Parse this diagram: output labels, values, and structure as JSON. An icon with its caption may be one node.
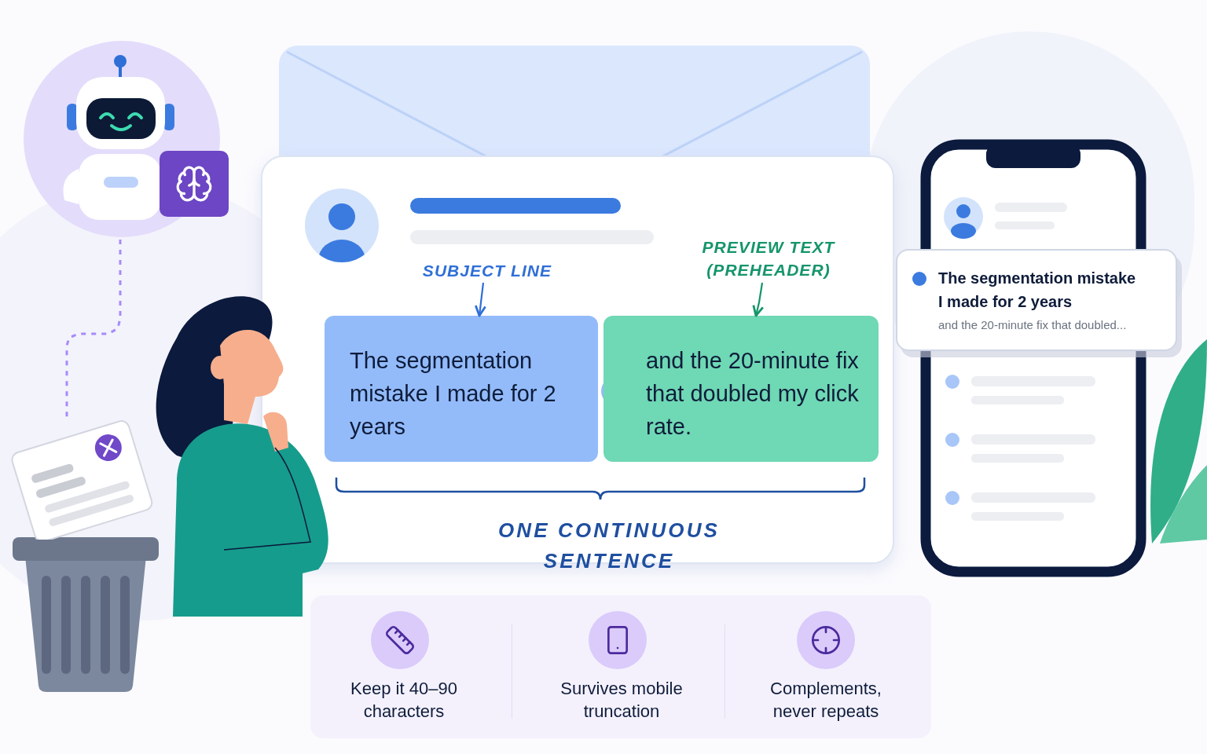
{
  "diagram": {
    "nodes": [
      {
        "text": [],
        "shape": "picture"
      },
      {
        "text": [],
        "shape": "picture"
      },
      {
        "text": [
          "SUBJECT LINE"
        ]
      },
      {
        "text": [
          "The segmentation mistake I made for 2 years"
        ]
      },
      {
        "text": [
          "PREVIEW TEXT (PREHEADER)"
        ]
      },
      {
        "text": [
          "and the 20-minute fix that doubled my click rate."
        ]
      },
      {
        "text": [
          "The segmentation mistake I made for 2 years",
          "and the 20-minute fix that doubled..."
        ]
      }
    ],
    "edges": [
      {
        "from": 0,
        "to": 1,
        "arrow": "none",
        "style": "dashed",
        "color": "#a78bfa"
      },
      {
        "from": 2,
        "to": 3,
        "arrow": "to",
        "color": "#2f6fd6"
      },
      {
        "from": 4,
        "to": 5,
        "arrow": "to",
        "color": "#15956b"
      }
    ],
    "labels": [
      "ONE CONTINUOUS SENTENCE",
      "Keep it 40–90 characters",
      "Survives mobile truncation",
      "Complements, never repeats"
    ]
  }
}
